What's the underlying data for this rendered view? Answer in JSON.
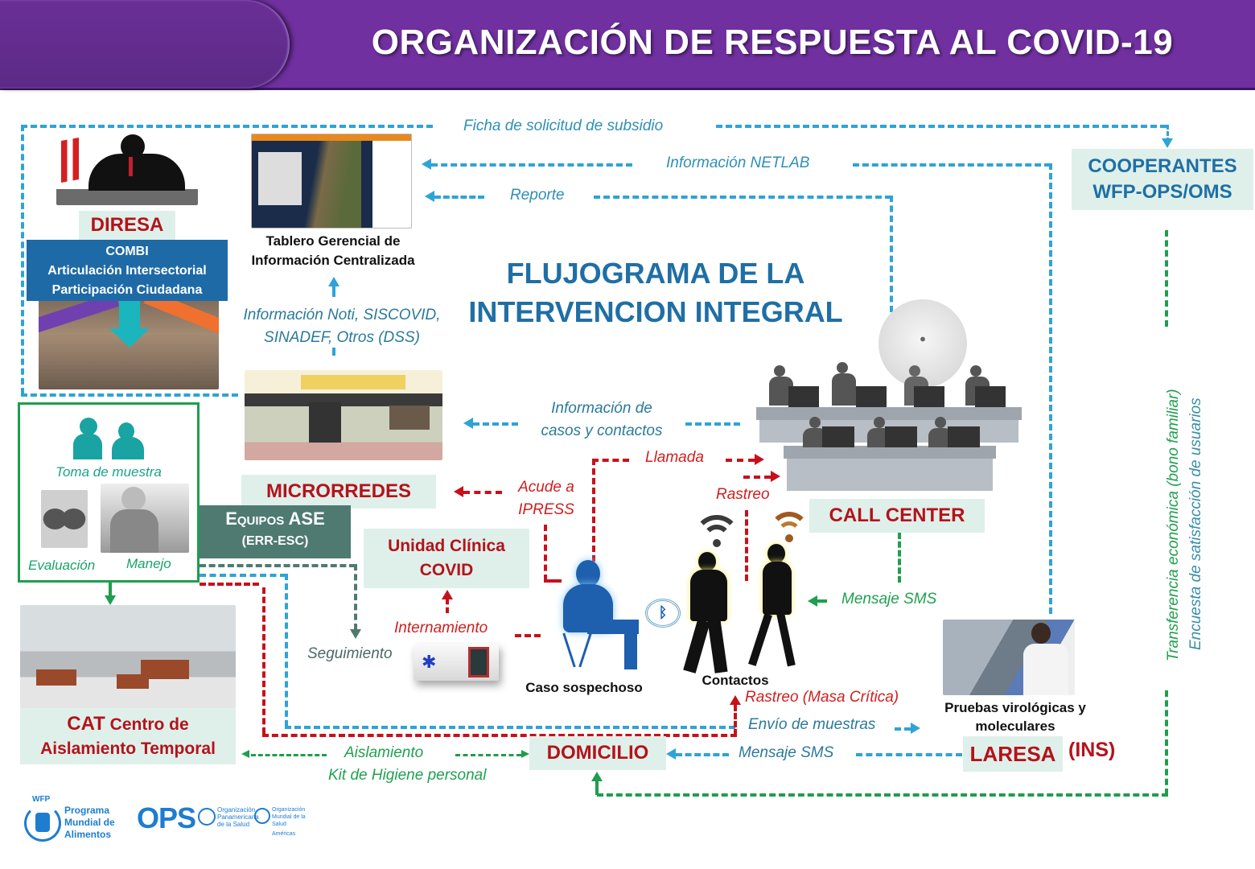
{
  "header": {
    "title": "ORGANIZACIÓN DE RESPUESTA AL COVID-19"
  },
  "diagram": {
    "title_line1": "FLUJOGRAMA DE LA",
    "title_line2": "INTERVENCION INTEGRAL",
    "nodes": {
      "diresa": "DIRESA",
      "combi": {
        "line1": "COMBI",
        "line2": "Articulación  Intersectorial",
        "line3": "Participación Ciudadana"
      },
      "tablero": {
        "line1": "Tablero Gerencial de",
        "line2": "Información Centralizada"
      },
      "cooperantes": {
        "line1": "COOPERANTES",
        "line2": "WFP-OPS/OMS"
      },
      "microrredes": "MICRORREDES",
      "equipos_ase": {
        "line1": "Equipos ASE",
        "line2": "(ERR-ESC)"
      },
      "unidad_clinica": {
        "line1": "Unidad Clínica",
        "line2": "COVID"
      },
      "call_center": "CALL CENTER",
      "cat": {
        "line1_bold": "CAT",
        "line1_rest": " Centro de",
        "line2": "Aislamiento Temporal"
      },
      "domicilio": "DOMICILIO",
      "laresa": "LARESA",
      "ins": "(INS)",
      "caso_sospechoso": "Caso sospechoso",
      "contactos": "Contactos",
      "pruebas": {
        "line1": "Pruebas virológicas y",
        "line2": "moleculares"
      }
    },
    "care_box": {
      "toma_muestra": "Toma de muestra",
      "evaluacion": "Evaluación",
      "manejo": "Manejo"
    },
    "flows": {
      "ficha_subsidio": "Ficha de solicitud de subsidio",
      "info_netlab": "Información NETLAB",
      "reporte": "Reporte",
      "info_noti_line1": "Información  Noti, SISCOVID,",
      "info_noti_line2": "SINADEF, Otros (DSS)",
      "info_casos_line1": "Información  de",
      "info_casos_line2": "casos y contactos",
      "llamada": "Llamada",
      "rastreo": "Rastreo",
      "acude_line1": "Acude a",
      "acude_line2": "IPRESS",
      "mensaje_sms_green": "Mensaje SMS",
      "internamiento": "Internamiento",
      "seguimiento": "Seguimiento",
      "rastreo_masa": "Rastreo (Masa Crítica)",
      "envio_muestras": "Envío de muestras",
      "mensaje_sms_blue": "Mensaje SMS",
      "aislamiento": "Aislamiento",
      "kit_higiene": "Kit de Higiene personal",
      "transferencia": "Transferencia  económica  (bono familiar)",
      "encuesta": "Encuesta de satisfacción  de usuarios"
    }
  },
  "logos": {
    "wfp": {
      "acronym": "WFP",
      "line1": "Programa",
      "line2": "Mundial de",
      "line3": "Alimentos"
    },
    "ops": {
      "acronym": "OPS",
      "org1_line1": "Organización",
      "org1_line2": "Panamericana",
      "org1_line3": "de la Salud",
      "org2_line1": "Organización",
      "org2_line2": "Mundial de la Salud",
      "org2_line3": "Américas"
    }
  },
  "colors": {
    "header_purple": "#7030a0",
    "flow_blue": "#2fa3d6",
    "flow_red": "#c8101a",
    "flow_green": "#1f9e4e",
    "title_blue": "#1f6fa5",
    "node_red": "#b5121b",
    "node_bg": "#dff0ea",
    "ase_bg": "#4e7a72"
  }
}
